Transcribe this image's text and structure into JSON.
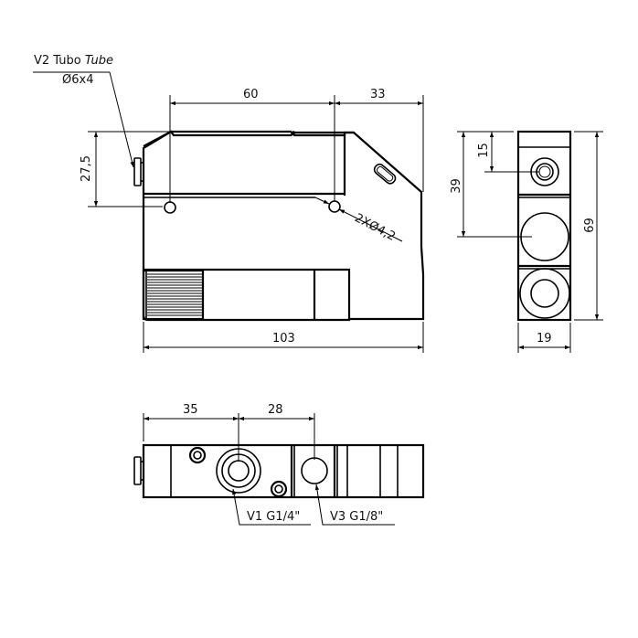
{
  "drawing": {
    "type": "technical-drawing",
    "views": [
      "side-view",
      "end-view",
      "top-view"
    ]
  },
  "side_view": {
    "label_tube_line1_plain": "V2 Tubo ",
    "label_tube_line1_italic": "Tube",
    "label_tube_line2": "Ø6x4",
    "dim_top_left": "60",
    "dim_top_right": "33",
    "dim_height": "27,5",
    "dim_holes": "2XØ4,2",
    "dim_length": "103"
  },
  "end_view": {
    "dim_top": "15",
    "dim_mid": "39",
    "dim_total_height": "69",
    "dim_width": "19"
  },
  "top_view": {
    "dim_first": "35",
    "dim_second": "28",
    "port_v1": "V1 G1/4\"",
    "port_v3": "V3 G1/8\""
  }
}
